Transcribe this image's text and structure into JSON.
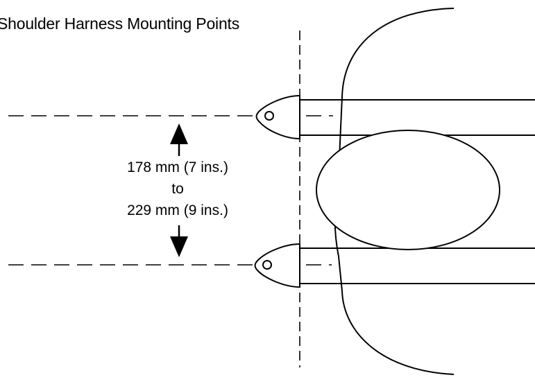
{
  "diagram": {
    "title": "Shoulder Harness Mounting Points",
    "dimension": {
      "min": "178 mm (7 ins.)",
      "connector": "to",
      "max": "229 mm (9 ins.)"
    },
    "colors": {
      "line": "#000000",
      "background": "#ffffff"
    }
  }
}
